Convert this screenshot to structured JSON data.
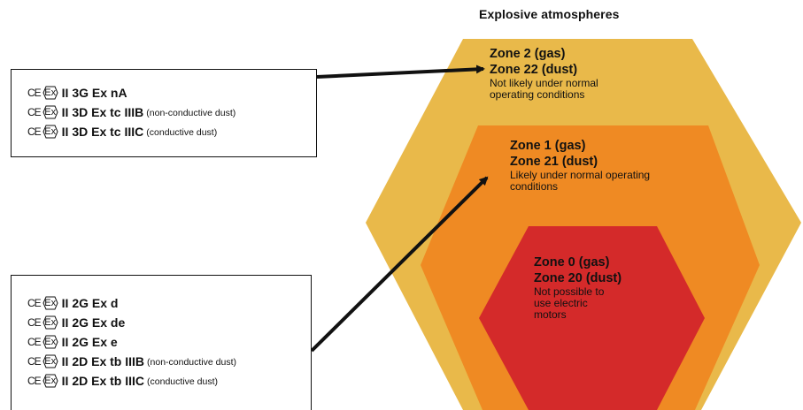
{
  "title": "Explosive atmospheres",
  "symbols": {
    "ce": "CE",
    "ex": "Ex"
  },
  "colors": {
    "outer_zone": "#e9b94a",
    "middle_zone": "#ef8a23",
    "inner_zone": "#d42a2a",
    "outline": "#111111"
  },
  "top_box": {
    "rows": [
      {
        "marking": "II 3G Ex nA",
        "note": ""
      },
      {
        "marking": "II 3D Ex tc IIIB",
        "note": "(non-conductive dust)"
      },
      {
        "marking": "II 3D Ex tc IIIC",
        "note": "(conductive dust)"
      }
    ]
  },
  "bottom_box": {
    "rows": [
      {
        "marking": "II 2G Ex d",
        "note": ""
      },
      {
        "marking": "II 2G Ex de",
        "note": ""
      },
      {
        "marking": "II 2G Ex e",
        "note": ""
      },
      {
        "marking": "II 2D Ex tb IIIB",
        "note": "(non-conductive dust)"
      },
      {
        "marking": "II 2D Ex tb IIIC",
        "note": "(conductive dust)"
      }
    ]
  },
  "zones": {
    "zone2": {
      "gas": "Zone 2 (gas)",
      "dust": "Zone 22 (dust)",
      "desc": "Not likely under normal operating conditions"
    },
    "zone1": {
      "gas": "Zone 1 (gas)",
      "dust": "Zone 21 (dust)",
      "desc": "Likely under normal operating conditions"
    },
    "zone0": {
      "gas": "Zone 0 (gas)",
      "dust": "Zone 20 (dust)",
      "desc": "Not possible to use electric motors"
    }
  }
}
